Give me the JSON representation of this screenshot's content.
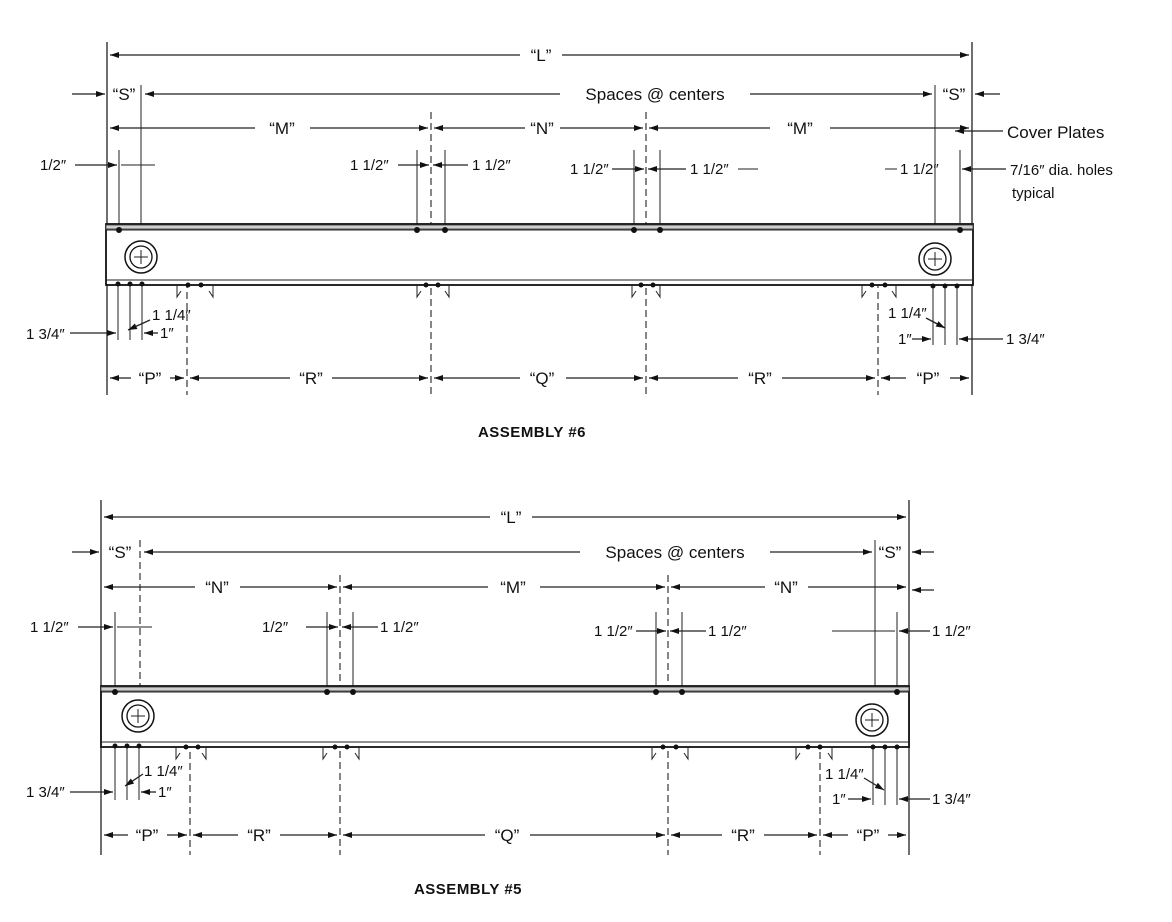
{
  "assembly6": {
    "title": "ASSEMBLY  #6",
    "L": "“L”",
    "S_left": "“S”",
    "S_right": "“S”",
    "spaces": "Spaces @ centers",
    "M_left": "“M”",
    "N": "“N”",
    "M_right": "“M”",
    "cover_plates": "Cover Plates",
    "half_left": "1/2″",
    "a1": "1 1/2″",
    "a2": "1 1/2″",
    "a3": "1 1/2″",
    "a4": "1 1/2″",
    "a5": "1 1/2″",
    "holes_line1": "7/16″ dia. holes",
    "holes_line2": "typical",
    "b_left_1_3_4": "1 3/4″",
    "b_left_1_1_4": "1 1/4″",
    "b_left_1": "1″",
    "b_right_1_1_4": "1 1/4″",
    "b_right_1": "1″",
    "b_right_1_3_4": "1 3/4″",
    "P_left": "“P”",
    "R_left": "“R”",
    "Q": "“Q”",
    "R_right": "“R”",
    "P_right": "“P”"
  },
  "assembly5": {
    "title": "ASSEMBLY  #5",
    "L": "“L”",
    "S_left": "“S”",
    "S_right": "“S”",
    "spaces": "Spaces @ centers",
    "N_left": "“N”",
    "M": "“M”",
    "N_right": "“N”",
    "a0": "1 1/2″",
    "a1": "1/2″",
    "a2": "1 1/2″",
    "a3": "1 1/2″",
    "a4": "1 1/2″",
    "a5": "1 1/2″",
    "b_left_1_3_4": "1 3/4″",
    "b_left_1_1_4": "1 1/4″",
    "b_left_1": "1″",
    "b_right_1_1_4": "1 1/4″",
    "b_right_1": "1″",
    "b_right_1_3_4": "1 3/4″",
    "P_left": "“P”",
    "R_left": "“R”",
    "Q": "“Q”",
    "R_right": "“R”",
    "P_right": "“P”"
  }
}
